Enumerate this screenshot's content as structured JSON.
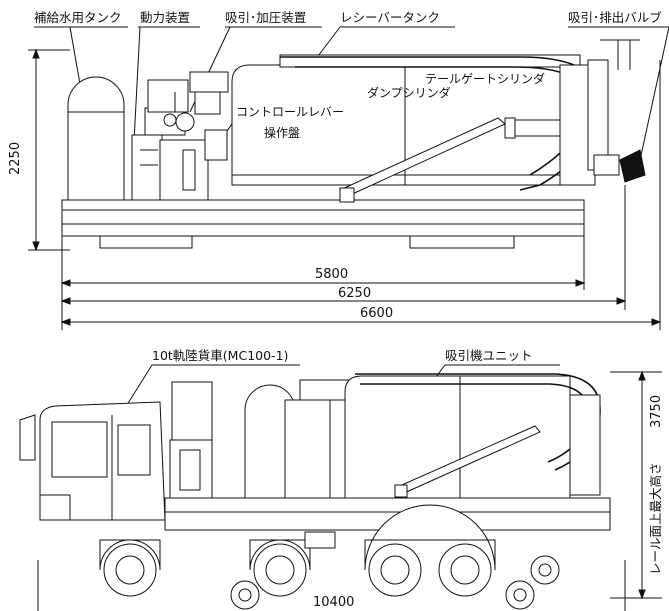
{
  "top_view": {
    "labels": {
      "tank": "補給水用タンク",
      "power": "動力装置",
      "suction_pressure": "吸引･加圧装置",
      "receiver_tank": "レシーバータンク",
      "suction_valve": "吸引･排出バルブ",
      "tailgate_cylinder": "テールゲートシリンダ",
      "dump_cylinder": "ダンプシリンダ",
      "control_lever": "コントロールレバー",
      "panel": "操作盤"
    },
    "dimensions": {
      "height": "2250",
      "d1": "5800",
      "d2": "6250",
      "d3": "6600"
    }
  },
  "bottom_view": {
    "labels": {
      "truck": "10t軌陸貨車(MC100-1)",
      "suction_unit": "吸引機ユニット",
      "rail_height_label": "レール面上最大高さ"
    },
    "dimensions": {
      "height": "3750",
      "length": "10400"
    }
  }
}
